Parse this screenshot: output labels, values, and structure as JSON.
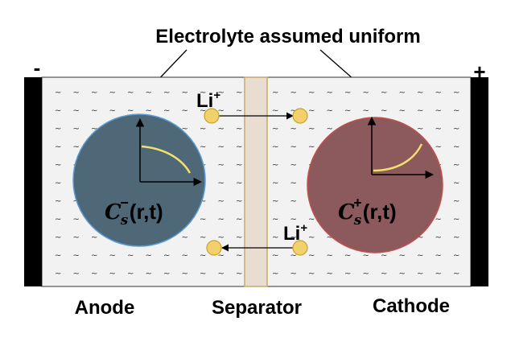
{
  "title": "Electrolyte assumed uniform",
  "terminals": {
    "negative": "-",
    "positive": "+"
  },
  "ion_label": "Li",
  "ion_charge": "+",
  "anode": {
    "concentration_symbol": "C",
    "concentration_sub": "s",
    "concentration_sup": "−",
    "concentration_args": "(r,t)"
  },
  "cathode": {
    "concentration_symbol": "C",
    "concentration_sub": "s",
    "concentration_sup": "+",
    "concentration_args": "(r,t)"
  },
  "labels": {
    "anode": "Anode",
    "separator": "Separator",
    "cathode": "Cathode"
  },
  "colors": {
    "electrolyte_bg": "#f2f2f2",
    "terminal": "#000000",
    "separator_fill": "#e8ddd0",
    "separator_stroke": "#c8a96a",
    "anode_particle": "#4e6878",
    "anode_particle_stroke": "#5b9bd5",
    "cathode_particle": "#8c5a5d",
    "cathode_particle_stroke": "#c0504d",
    "ion_fill": "#f2d06b",
    "ion_stroke": "#c9a227",
    "curve": "#f2e06b"
  }
}
